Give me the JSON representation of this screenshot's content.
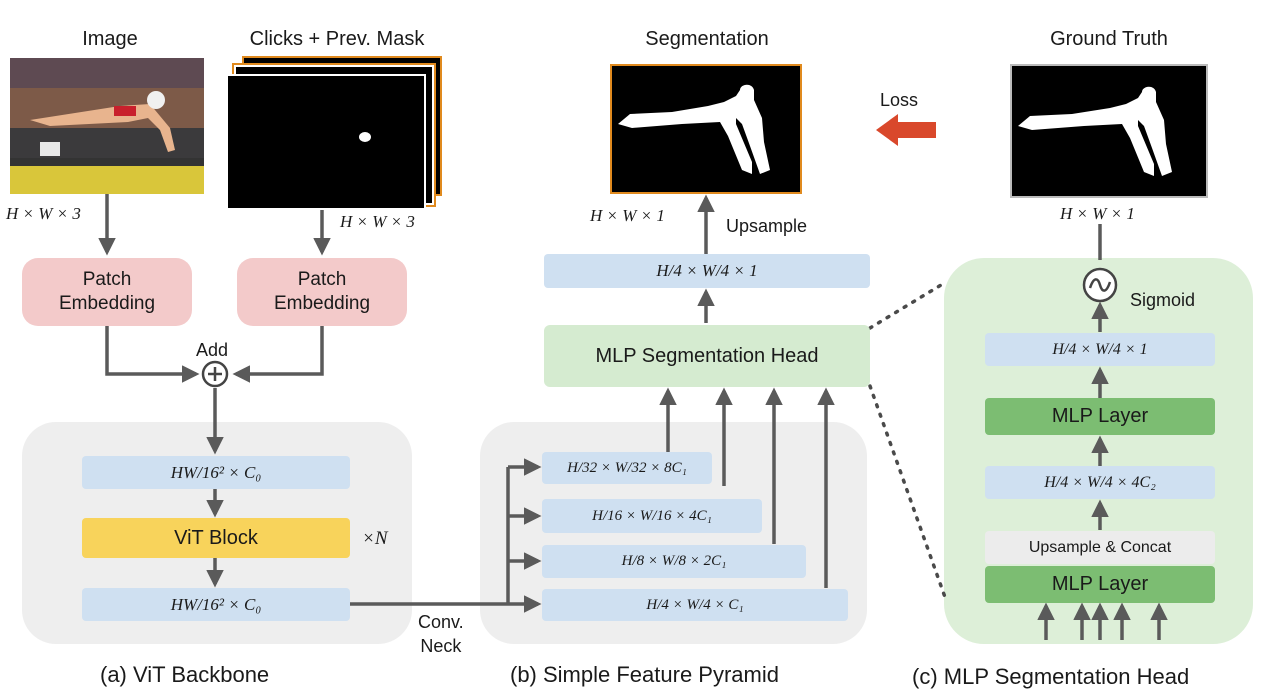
{
  "titles": {
    "image": "Image",
    "clicks": "Clicks + Prev. Mask",
    "segmentation": "Segmentation",
    "ground_truth": "Ground Truth"
  },
  "loss_label": "Loss",
  "upsample_label": "Upsample",
  "add_label": "Add",
  "times_n": "×N",
  "conv_neck": [
    "Conv.",
    "Neck"
  ],
  "dims": {
    "image": "H × W × 3",
    "clicks": "H × W × 3",
    "segmentation": "H × W × 1",
    "ground_truth": "H × W × 1"
  },
  "backbone": {
    "patch_embed_left": [
      "Patch",
      "Embedding"
    ],
    "patch_embed_right": [
      "Patch",
      "Embedding"
    ],
    "token_in": "HW/16² × C₀",
    "vit_block": "ViT Block",
    "token_out": "HW/16² × C₀"
  },
  "pyramid": {
    "levels": [
      "H/32 × W/32 × 8C₁",
      "H/16 × W/16 × 4C₁",
      "H/8 × W/8 × 2C₁",
      "H/4 × W/4 × C₁"
    ],
    "mlp_head": "MLP Segmentation Head",
    "head_out": "H/4 × W/4 × 1"
  },
  "head_detail": {
    "sigmoid": "Sigmoid",
    "out": "H/4 × W/4 × 1",
    "mlp_top": "MLP Layer",
    "mid": "H/4 × W/4 × 4C₂",
    "upsample_concat": "Upsample & Concat",
    "mlp_bottom": "MLP Layer"
  },
  "captions": {
    "a": "(a) ViT Backbone",
    "b": "(b) Simple Feature Pyramid",
    "c": "(c) MLP Segmentation Head"
  },
  "colors": {
    "arrow": "#5a5a5a",
    "loss_arrow": "#d9482b",
    "mask_frame": "#e08a1e"
  }
}
